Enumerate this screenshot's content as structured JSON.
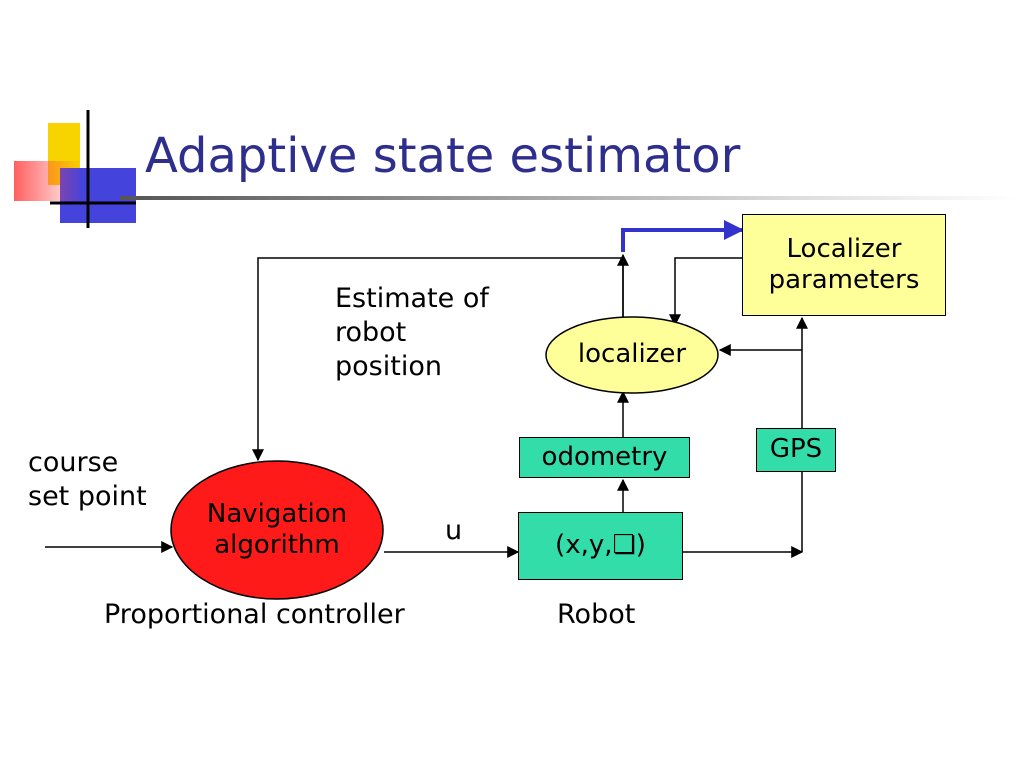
{
  "slide": {
    "title": "Adaptive state estimator"
  },
  "nodes": {
    "localizer_params": {
      "line1": "Localizer",
      "line2": "parameters"
    },
    "localizer": "localizer",
    "odometry": "odometry",
    "gps": "GPS",
    "robot_state": "(x,y,❏)",
    "nav_line1": "Navigation",
    "nav_line2": "algorithm"
  },
  "labels": {
    "estimate": [
      "Estimate of",
      "robot",
      "position"
    ],
    "course": [
      "course",
      "set point"
    ],
    "u": "u",
    "proportional": "Proportional controller",
    "robot": "Robot"
  },
  "colors": {
    "title": "#2e2e8c",
    "yellow": "#ffff99",
    "green": "#33ddaa",
    "red": "#ff1a1a",
    "blue_line": "#3333cc"
  }
}
